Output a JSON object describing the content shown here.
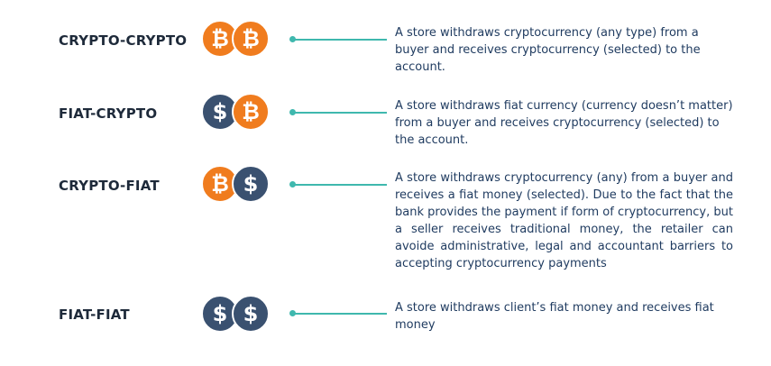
{
  "colors": {
    "crypto_coin": "#f07c1e",
    "fiat_coin": "#3a5170",
    "connector": "#3fb8ae",
    "label_text": "#1e2a3a",
    "description_text": "#1e3a5f"
  },
  "rows": [
    {
      "label": "CRYPTO-CRYPTO",
      "coin_left": {
        "type": "bitcoin-icon",
        "glyph": "₿"
      },
      "coin_right": {
        "type": "bitcoin-icon",
        "glyph": "₿"
      },
      "description": "A store withdraws cryptocurrency (any type) from a buyer and receives  cryptocurrency (selected) to the account."
    },
    {
      "label": "FIAT-CRYPTO",
      "coin_left": {
        "type": "dollar-icon",
        "glyph": "$"
      },
      "coin_right": {
        "type": "bitcoin-icon",
        "glyph": "₿"
      },
      "description": "A store withdraws  fiat currency (currency doesn’t matter) from a buyer and receives  cryptocurrency (selected) to the account."
    },
    {
      "label": "CRYPTO-FIAT",
      "coin_left": {
        "type": "bitcoin-icon",
        "glyph": "₿"
      },
      "coin_right": {
        "type": "dollar-icon",
        "glyph": "$"
      },
      "description": "A store withdraws  cryptocurrency (any) from a buyer and receives a fiat money (selected). Due to the fact that the bank provides the payment if form of cryptocurrency, but a seller receives traditional money, the retailer can avoide administrative, legal and accountant barriers to accepting cryptocurrency payments"
    },
    {
      "label": "FIAT-FIAT",
      "coin_left": {
        "type": "dollar-icon",
        "glyph": "$"
      },
      "coin_right": {
        "type": "dollar-icon",
        "glyph": "$"
      },
      "description": "A store withdraws client’s fiat money and receives fiat money"
    }
  ]
}
